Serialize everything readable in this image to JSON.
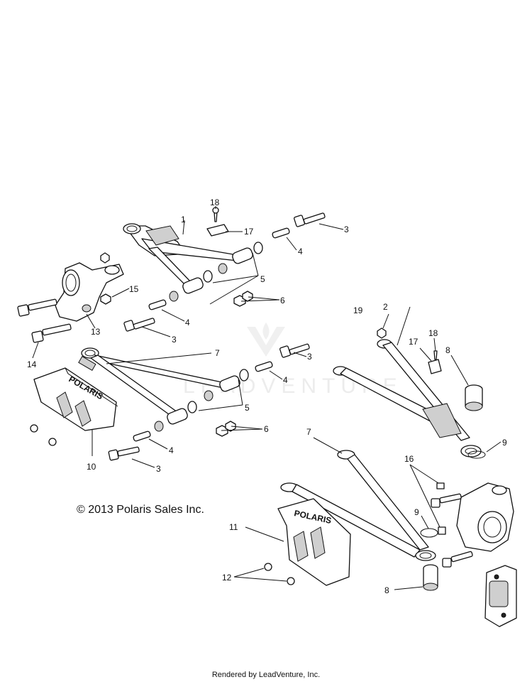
{
  "diagram": {
    "copyright": "© 2013 Polaris Sales Inc.",
    "footer": "Rendered by LeadVenture, Inc.",
    "watermark": "LEADVENTURE",
    "brand_mark": "POLARIS",
    "callouts": [
      "1",
      "2",
      "3",
      "3",
      "3",
      "3",
      "4",
      "4",
      "4",
      "4",
      "5",
      "5",
      "6",
      "6",
      "7",
      "7",
      "8",
      "8",
      "9",
      "9",
      "10",
      "11",
      "12",
      "13",
      "14",
      "15",
      "16",
      "17",
      "17",
      "18",
      "18",
      "19"
    ],
    "colors": {
      "ink": "#111111",
      "background": "#ffffff",
      "shade": "#cfcfcf"
    }
  }
}
